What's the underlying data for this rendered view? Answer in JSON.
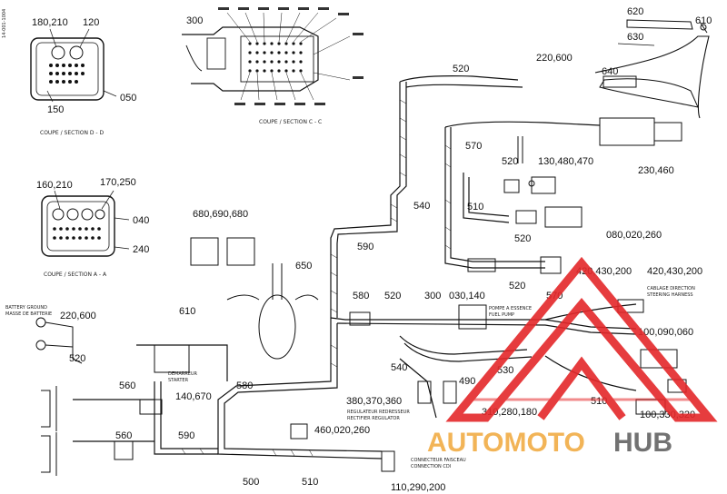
{
  "doc_code": "14-001-1004",
  "callouts": {
    "c180_210": "180,210",
    "c120": "120",
    "c050": "050",
    "c150": "150",
    "c300": "300",
    "c220_600_top": "220,600",
    "c520_top": "520",
    "c620": "620",
    "c610": "610",
    "c630": "630",
    "c640": "640",
    "c570_top": "570",
    "c230_460": "230,460",
    "c520_mid": "520",
    "c130_480_470": "130,480,470",
    "c510_mid": "510",
    "c540_mid": "540",
    "c520_b": "520",
    "c080_020_260": "080,020,260",
    "c160_210": "160,210",
    "c170_250": "170,250",
    "c040": "040",
    "c240": "240",
    "c680_690_680": "680,690,680",
    "c650": "650",
    "c610_left": "610",
    "c590": "590",
    "c420_430_200_a": "420,430,200",
    "c420_430_200_b": "420,430,200",
    "c520_c": "520",
    "c580": "580",
    "c520_d": "520",
    "c300_b": "300",
    "c030_140": "030,140",
    "c570_b": "570",
    "c100_090_060": "100,090,060",
    "c220_600_left": "220,600",
    "c520_left": "520",
    "c540_b": "540",
    "c490": "490",
    "c530": "530",
    "c140_670": "140,670",
    "c580_b": "580",
    "c380_370_360": "380,370,360",
    "c310_280_180": "310,280,180",
    "c510_r": "510",
    "c100_330_320": "100,330,320",
    "c560_a": "560",
    "c560_b": "560",
    "c590_b": "590",
    "c460_020_260": "460,020,260",
    "c500": "500",
    "c510_b": "510",
    "c110_290_200": "110,290,200"
  },
  "captions": {
    "section_d": "COUPE / SECTION D - D",
    "section_c": "COUPE / SECTION C - C",
    "section_a": "COUPE / SECTION A - A",
    "battery_ground_en": "BATTERY GROUND",
    "battery_ground_fr": "MASSE DE BATTERIE",
    "steering_en": "STEERING HARNESS",
    "steering_fr": "CABLAGE DIRECTION",
    "starter_en": "STARTER",
    "starter_fr": "DEMARREUR",
    "fuel_pump_fr": "POMPE A ESSENCE",
    "fuel_pump_en": "FUEL PUMP",
    "regulator_fr": "REGULATEUR REDRESSEUR",
    "regulator_en": "RECTIFIER REGULATOR",
    "connection_fr": "CONNECTEUR FAISCEAU",
    "connection_en": "CONNECTION CDI"
  },
  "watermark": {
    "brand_a": "AUTOMOTO",
    "brand_b": "HUB"
  },
  "colors": {
    "ink": "#111111",
    "watermark_red": "#e4282a",
    "watermark_dark": "#5a5a5a"
  }
}
